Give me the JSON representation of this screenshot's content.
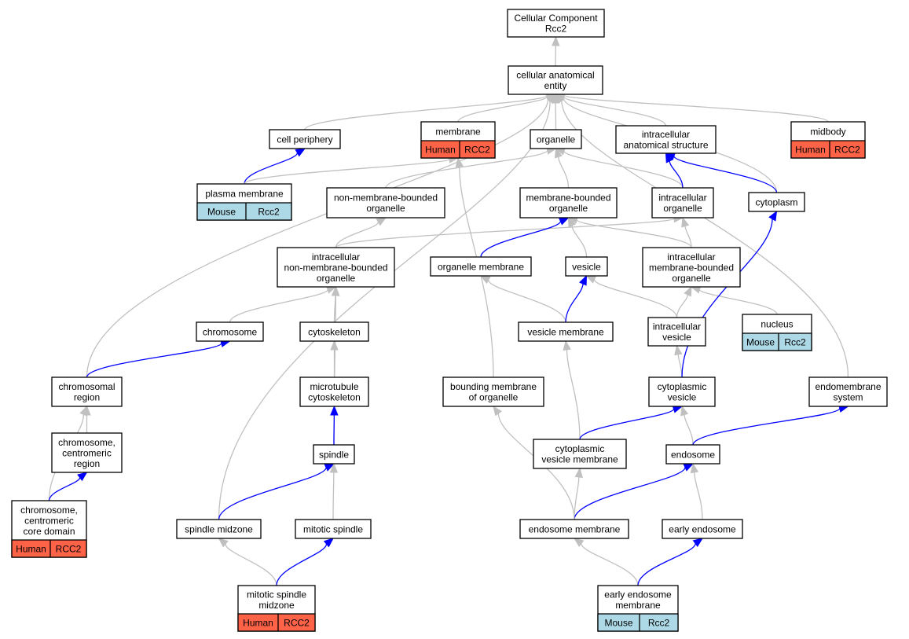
{
  "colors": {
    "human": "#ff6347",
    "mouse": "#add8e6",
    "edge_gray": "#c0c0c0",
    "edge_blue": "#0000ff"
  },
  "nodes": {
    "root": {
      "lines": [
        "Cellular Component",
        "Rcc2"
      ]
    },
    "cae": {
      "lines": [
        "cellular anatomical",
        "entity"
      ]
    },
    "cellperiph": {
      "lines": [
        "cell periphery"
      ]
    },
    "membrane": {
      "lines": [
        "membrane"
      ],
      "badge": {
        "species": "Human",
        "gene": "RCC2"
      }
    },
    "organelle": {
      "lines": [
        "organelle"
      ]
    },
    "ias": {
      "lines": [
        "intracellular",
        "anatomical structure"
      ]
    },
    "midbody": {
      "lines": [
        "midbody"
      ],
      "badge": {
        "species": "Human",
        "gene": "RCC2"
      }
    },
    "plasma": {
      "lines": [
        "plasma membrane"
      ],
      "badge": {
        "species": "Mouse",
        "gene": "Rcc2"
      }
    },
    "nmbo": {
      "lines": [
        "non-membrane-bounded",
        "organelle"
      ]
    },
    "mbo": {
      "lines": [
        "membrane-bounded",
        "organelle"
      ]
    },
    "io": {
      "lines": [
        "intracellular",
        "organelle"
      ]
    },
    "cytoplasm": {
      "lines": [
        "cytoplasm"
      ]
    },
    "inmbo": {
      "lines": [
        "intracellular",
        "non-membrane-bounded",
        "organelle"
      ]
    },
    "orgmem": {
      "lines": [
        "organelle membrane"
      ]
    },
    "vesicle": {
      "lines": [
        "vesicle"
      ]
    },
    "imbo": {
      "lines": [
        "intracellular",
        "membrane-bounded",
        "organelle"
      ]
    },
    "chromosome": {
      "lines": [
        "chromosome"
      ]
    },
    "cytoskeleton": {
      "lines": [
        "cytoskeleton"
      ]
    },
    "vesmem": {
      "lines": [
        "vesicle membrane"
      ]
    },
    "iv": {
      "lines": [
        "intracellular",
        "vesicle"
      ]
    },
    "nucleus": {
      "lines": [
        "nucleus"
      ],
      "badge": {
        "species": "Mouse",
        "gene": "Rcc2"
      }
    },
    "chromreg": {
      "lines": [
        "chromosomal",
        "region"
      ]
    },
    "mtcs": {
      "lines": [
        "microtubule",
        "cytoskeleton"
      ]
    },
    "bmo": {
      "lines": [
        "bounding membrane",
        "of organelle"
      ]
    },
    "cytves": {
      "lines": [
        "cytoplasmic",
        "vesicle"
      ]
    },
    "endosys": {
      "lines": [
        "endomembrane",
        "system"
      ]
    },
    "centreg": {
      "lines": [
        "chromosome,",
        "centromeric",
        "region"
      ]
    },
    "spindle": {
      "lines": [
        "spindle"
      ]
    },
    "cvm": {
      "lines": [
        "cytoplasmic",
        "vesicle membrane"
      ]
    },
    "endosome": {
      "lines": [
        "endosome"
      ]
    },
    "ccd": {
      "lines": [
        "chromosome,",
        "centromeric",
        "core domain"
      ],
      "badge": {
        "species": "Human",
        "gene": "RCC2"
      }
    },
    "smz": {
      "lines": [
        "spindle midzone"
      ]
    },
    "mitspindle": {
      "lines": [
        "mitotic spindle"
      ]
    },
    "endomem": {
      "lines": [
        "endosome membrane"
      ]
    },
    "earlyendo": {
      "lines": [
        "early endosome"
      ]
    },
    "msm": {
      "lines": [
        "mitotic spindle",
        "midzone"
      ],
      "badge": {
        "species": "Human",
        "gene": "RCC2"
      }
    },
    "eem": {
      "lines": [
        "early endosome",
        "membrane"
      ],
      "badge": {
        "species": "Mouse",
        "gene": "Rcc2"
      }
    }
  },
  "edges": [
    {
      "from": "cae",
      "to": "root",
      "color": "gray"
    },
    {
      "from": "cellperiph",
      "to": "cae",
      "color": "gray"
    },
    {
      "from": "membrane",
      "to": "cae",
      "color": "gray"
    },
    {
      "from": "organelle",
      "to": "cae",
      "color": "gray"
    },
    {
      "from": "ias",
      "to": "cae",
      "color": "gray"
    },
    {
      "from": "midbody",
      "to": "cae",
      "color": "gray"
    },
    {
      "from": "cytoplasm",
      "to": "cae",
      "color": "gray"
    },
    {
      "from": "chromreg",
      "to": "cae",
      "color": "gray"
    },
    {
      "from": "smz",
      "to": "cae",
      "color": "gray"
    },
    {
      "from": "endosys",
      "to": "cae",
      "color": "gray"
    },
    {
      "from": "plasma",
      "to": "cellperiph",
      "color": "blue"
    },
    {
      "from": "plasma",
      "to": "membrane",
      "color": "gray"
    },
    {
      "from": "nmbo",
      "to": "organelle",
      "color": "gray"
    },
    {
      "from": "mbo",
      "to": "organelle",
      "color": "gray"
    },
    {
      "from": "io",
      "to": "organelle",
      "color": "gray"
    },
    {
      "from": "io",
      "to": "ias",
      "color": "blue"
    },
    {
      "from": "cytoplasm",
      "to": "ias",
      "color": "blue"
    },
    {
      "from": "inmbo",
      "to": "nmbo",
      "color": "gray"
    },
    {
      "from": "inmbo",
      "to": "io",
      "color": "gray"
    },
    {
      "from": "orgmem",
      "to": "mbo",
      "color": "blue"
    },
    {
      "from": "vesicle",
      "to": "mbo",
      "color": "gray"
    },
    {
      "from": "imbo",
      "to": "mbo",
      "color": "gray"
    },
    {
      "from": "imbo",
      "to": "io",
      "color": "gray"
    },
    {
      "from": "bmo",
      "to": "membrane",
      "color": "gray"
    },
    {
      "from": "chromosome",
      "to": "inmbo",
      "color": "gray"
    },
    {
      "from": "cytoskeleton",
      "to": "inmbo",
      "color": "gray"
    },
    {
      "from": "spindle",
      "to": "inmbo",
      "color": "gray"
    },
    {
      "from": "vesmem",
      "to": "orgmem",
      "color": "gray"
    },
    {
      "from": "vesmem",
      "to": "vesicle",
      "color": "blue"
    },
    {
      "from": "iv",
      "to": "vesicle",
      "color": "gray"
    },
    {
      "from": "iv",
      "to": "imbo",
      "color": "gray"
    },
    {
      "from": "nucleus",
      "to": "imbo",
      "color": "gray"
    },
    {
      "from": "chromreg",
      "to": "chromosome",
      "color": "blue"
    },
    {
      "from": "mtcs",
      "to": "cytoskeleton",
      "color": "gray"
    },
    {
      "from": "cytves",
      "to": "iv",
      "color": "gray"
    },
    {
      "from": "cytves",
      "to": "cytoplasm",
      "color": "blue"
    },
    {
      "from": "centreg",
      "to": "chromreg",
      "color": "gray"
    },
    {
      "from": "ccd",
      "to": "chromreg",
      "color": "gray"
    },
    {
      "from": "spindle",
      "to": "mtcs",
      "color": "blue"
    },
    {
      "from": "cvm",
      "to": "vesmem",
      "color": "gray"
    },
    {
      "from": "cvm",
      "to": "cytves",
      "color": "blue"
    },
    {
      "from": "endosome",
      "to": "cytves",
      "color": "gray"
    },
    {
      "from": "endosome",
      "to": "endosys",
      "color": "blue"
    },
    {
      "from": "ccd",
      "to": "centreg",
      "color": "blue"
    },
    {
      "from": "smz",
      "to": "spindle",
      "color": "blue"
    },
    {
      "from": "mitspindle",
      "to": "spindle",
      "color": "gray"
    },
    {
      "from": "endomem",
      "to": "cvm",
      "color": "gray"
    },
    {
      "from": "endomem",
      "to": "endosome",
      "color": "blue"
    },
    {
      "from": "endomem",
      "to": "bmo",
      "color": "gray"
    },
    {
      "from": "earlyendo",
      "to": "endosome",
      "color": "gray"
    },
    {
      "from": "msm",
      "to": "smz",
      "color": "gray"
    },
    {
      "from": "msm",
      "to": "mitspindle",
      "color": "blue"
    },
    {
      "from": "eem",
      "to": "endomem",
      "color": "gray"
    },
    {
      "from": "eem",
      "to": "earlyendo",
      "color": "blue"
    }
  ]
}
